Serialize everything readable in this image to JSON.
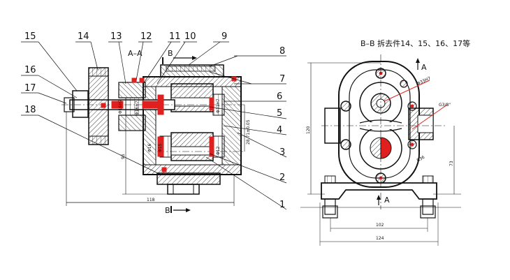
{
  "drawing": {
    "colors": {
      "ink": "#111111",
      "red": "#e0201e",
      "white": "#ffffff"
    },
    "section_labels": {
      "aa": "A–A",
      "bb_view": "B–B 拆去件14、15、16、17等",
      "b_top": "B",
      "b_bottom": "B",
      "a_top": "A",
      "a_bottom": "A"
    },
    "part_numbers": [
      "15",
      "14",
      "13",
      "12",
      "11",
      "10",
      "9",
      "8",
      "7",
      "6",
      "5",
      "4",
      "3",
      "2",
      "1",
      "16",
      "17",
      "18"
    ],
    "left_dims": {
      "overall_length": "118",
      "height": "95",
      "dia1": "Φ16H7",
      "dia2": "Φ16H7",
      "dia3": "Φ16",
      "dia4": "Φ15",
      "dia5": "Φ11H7",
      "dia6": "Φ12",
      "center_dist": "28.71±0.05"
    },
    "right_dims": {
      "height_total": "120",
      "shaft_center": "73",
      "bolt_span": "102",
      "overall_width": "124",
      "thread": "G3/8\"",
      "hole_dia": "Φ33H7",
      "r_dim": "R36"
    }
  }
}
